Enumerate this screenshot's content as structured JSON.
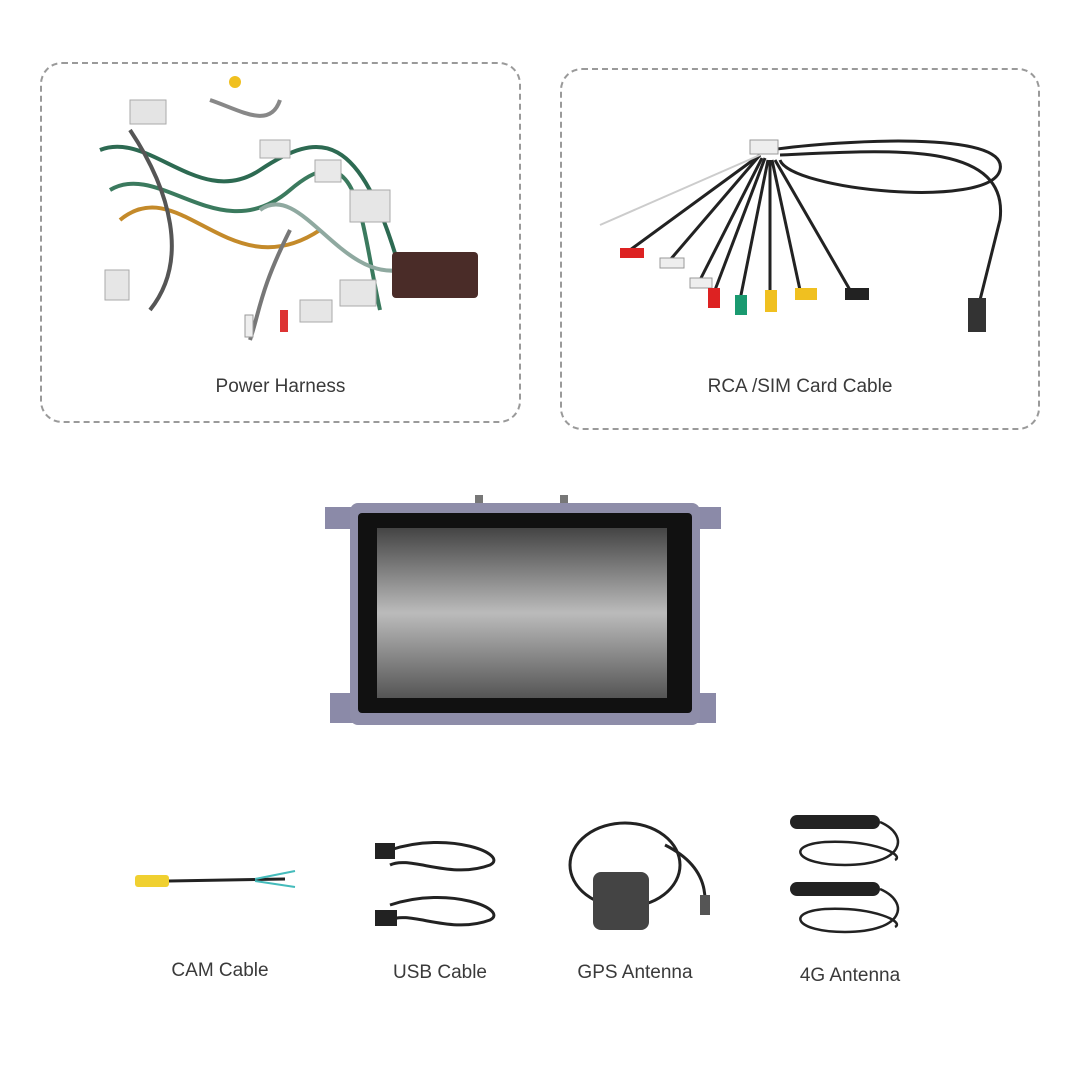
{
  "items": {
    "power_harness": "Power Harness",
    "rca_sim": "RCA /SIM Card Cable",
    "cam_cable": "CAM Cable",
    "usb_cable": "USB Cable",
    "gps_antenna": "GPS Antenna",
    "antenna_4g": "4G Antenna"
  }
}
